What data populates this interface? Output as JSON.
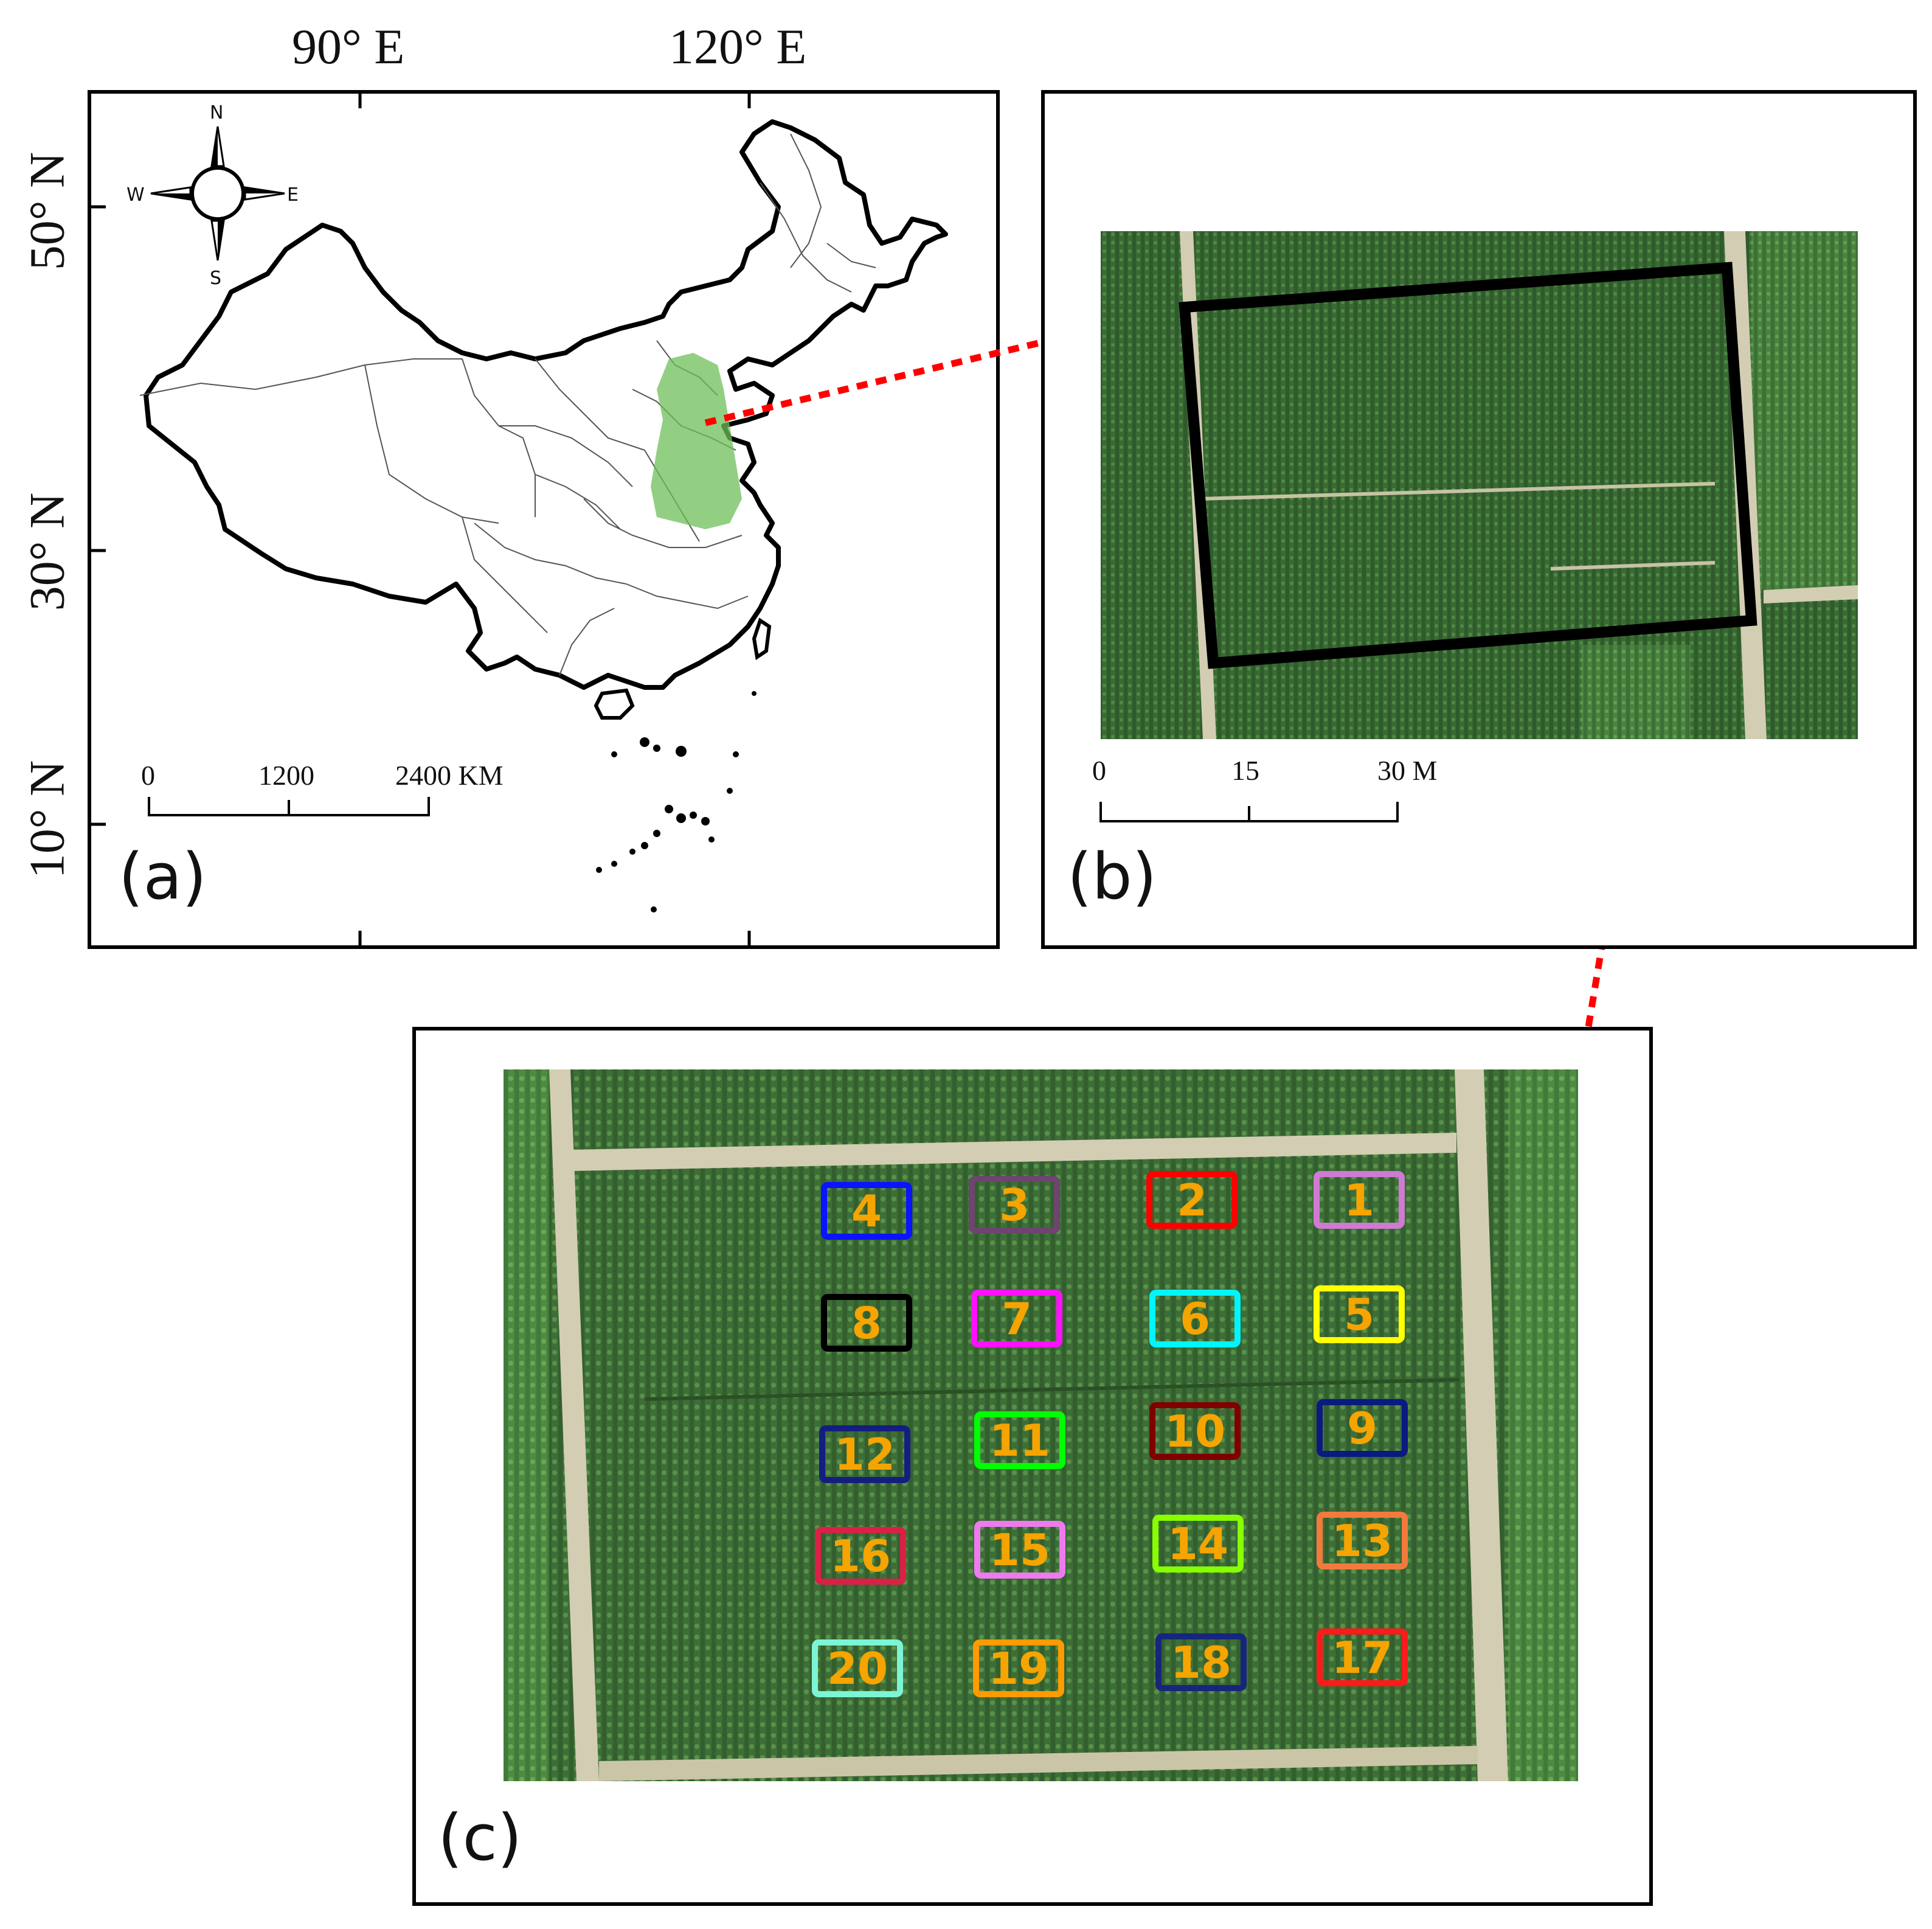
{
  "panel_a": {
    "label": "(a)",
    "lon_labels": [
      "90° E",
      "120° E"
    ],
    "lat_labels": [
      "50° N",
      "30° N",
      "10° N"
    ],
    "compass": {
      "n": "N",
      "s": "S",
      "e": "E",
      "w": "W"
    },
    "scale_ticks": [
      "0",
      "1200",
      "2400 KM"
    ]
  },
  "panel_b": {
    "label": "(b)",
    "scale_ticks": [
      "0",
      "15",
      "30 M"
    ]
  },
  "panel_c": {
    "label": "(c)",
    "plots": [
      {
        "id": "1",
        "color": "#d07ad4"
      },
      {
        "id": "2",
        "color": "#ff0000"
      },
      {
        "id": "3",
        "color": "#6e4470"
      },
      {
        "id": "4",
        "color": "#0a14ff"
      },
      {
        "id": "5",
        "color": "#ffff00"
      },
      {
        "id": "6",
        "color": "#00f5ff"
      },
      {
        "id": "7",
        "color": "#ff10ff"
      },
      {
        "id": "8",
        "color": "#000000"
      },
      {
        "id": "9",
        "color": "#0a1a80"
      },
      {
        "id": "10",
        "color": "#800000"
      },
      {
        "id": "11",
        "color": "#00ff00"
      },
      {
        "id": "12",
        "color": "#141e80"
      },
      {
        "id": "13",
        "color": "#f37a3c"
      },
      {
        "id": "14",
        "color": "#88ff00"
      },
      {
        "id": "15",
        "color": "#ef7aef"
      },
      {
        "id": "16",
        "color": "#dc1f47"
      },
      {
        "id": "17",
        "color": "#ff1a1a"
      },
      {
        "id": "18",
        "color": "#17267d"
      },
      {
        "id": "19",
        "color": "#ff9a00"
      },
      {
        "id": "20",
        "color": "#7cf5d6"
      }
    ],
    "label_color": "#f5a400"
  },
  "colors": {
    "connector": "#ff0000",
    "field_dark": "#335f2e",
    "field_light": "#4d8840",
    "road": "#d3cdb3"
  }
}
